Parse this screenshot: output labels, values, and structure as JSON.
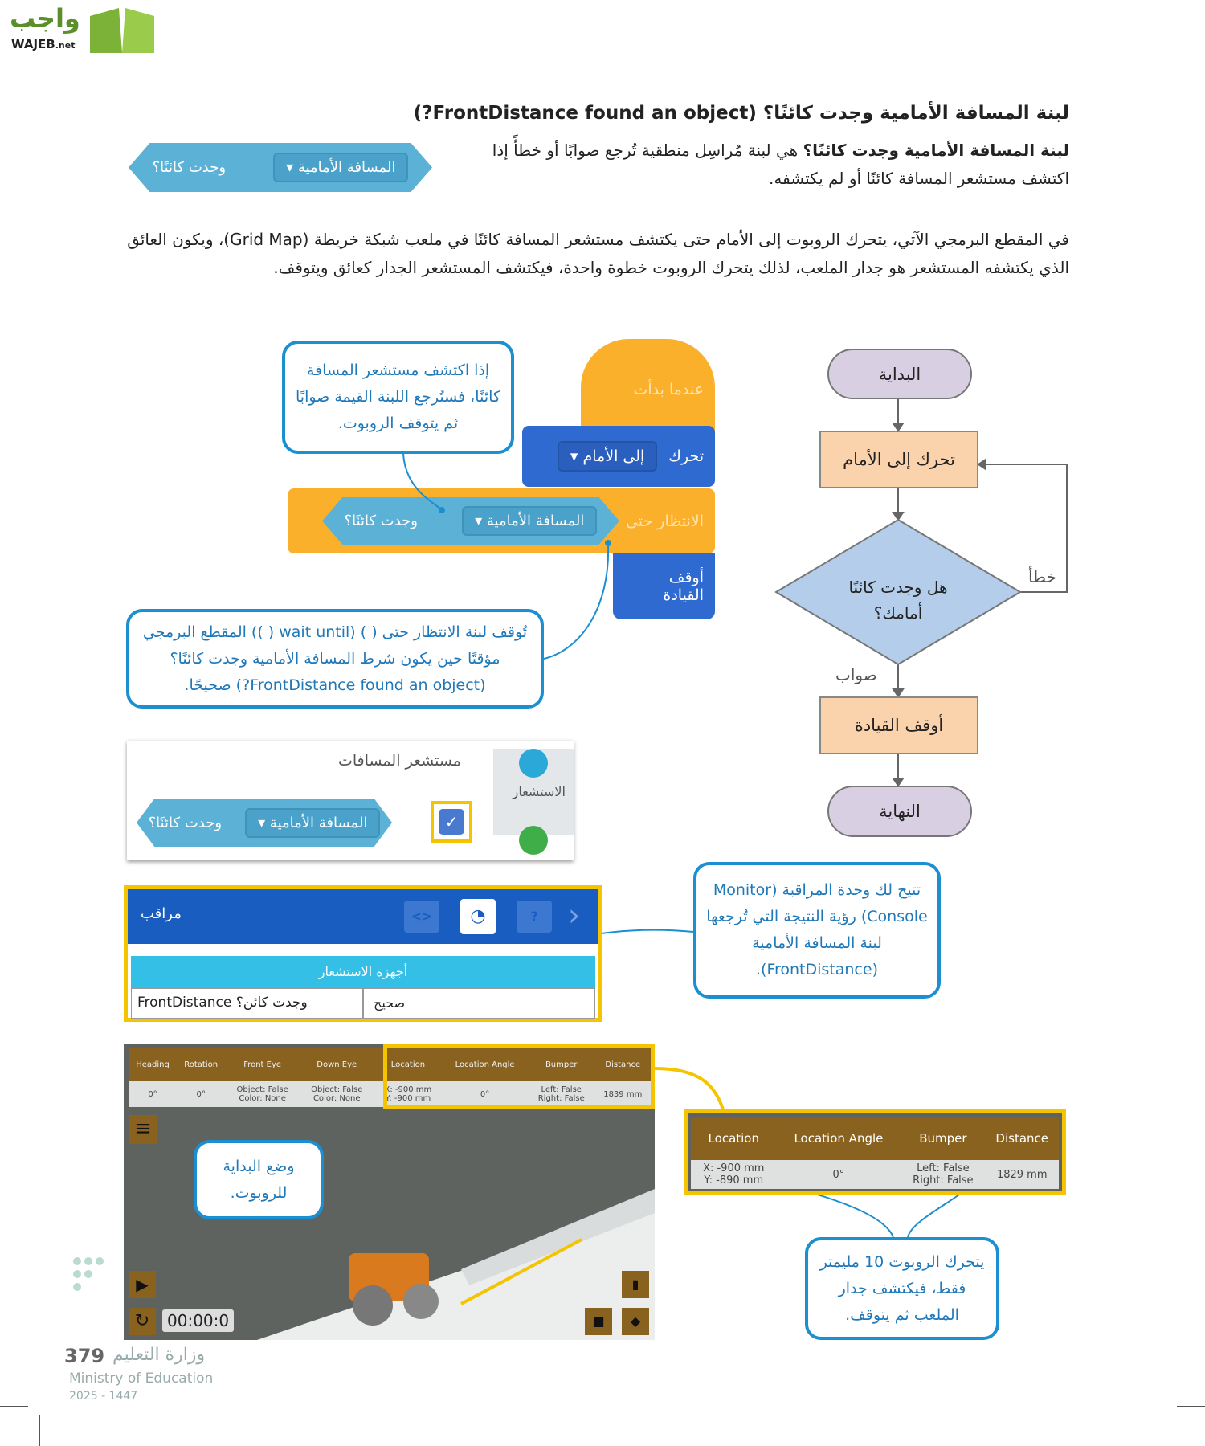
{
  "logo": {
    "arabic": "واجب",
    "latin": "WAJEB",
    "suffix": ".net"
  },
  "heading": "لبنة المسافة الأمامية وجدت كائنًا؟ (FrontDistance found an object?)",
  "intro": {
    "bold": "لبنة المسافة الأمامية وجدت كائنًا؟",
    "text": " هي لبنة مُراسِل منطقية تُرجع صوابًا أو خطأً إذا اكتشف مستشعر المسافة كائنًا أو لم يكتشفه."
  },
  "block_example": {
    "sensor": "المسافة الأمامية",
    "suffix": "وجدت كائنًا؟"
  },
  "paragraph2": "في المقطع البرمجي الآتي، يتحرك الروبوت إلى الأمام حتى يكتشف مستشعر المسافة كائنًا في ملعب شبكة خريطة (Grid Map)، ويكون العائق الذي يكتشفه المستشعر هو جدار الملعب، لذلك يتحرك الروبوت خطوة واحدة، فيكتشف المستشعر الجدار كعائق ويتوقف.",
  "flowchart": {
    "start": "البداية",
    "move": "تحرك إلى الأمام",
    "decision": "هل وجدت كائنًا أمامك؟",
    "false_label": "خطأ",
    "true_label": "صواب",
    "stop": "أوقف القيادة",
    "end": "النهاية"
  },
  "code": {
    "hat": "عندما بدأت",
    "move": "تحرك",
    "move_dir": "إلى الأمام",
    "wait": "الانتظار حتى",
    "sensor": "المسافة الأمامية",
    "found": "وجدت كائنًا؟",
    "stop": "أوقف القيادة"
  },
  "callouts": {
    "c1": "إذا اكتشف مستشعر المسافة كائنًا، فستُرجع اللبنة القيمة صوابًا ثم يتوقف الروبوت.",
    "c2": "تُوقف لبنة الانتظار حتى ( ) (wait until ( )) المقطع البرمجي مؤقتًا حين يكون شرط المسافة الأمامية وجدت كائنًا؟ (FrontDistance found an object?) صحيحًا.",
    "c3": "تتيح لك وحدة المراقبة (Monitor Console) رؤية النتيجة التي تُرجعها لبنة المسافة الأمامية (FrontDistance).",
    "c4": "وضع البداية للروبوت.",
    "c5": "يتحرك الروبوت 10 مليمتر فقط، فيكتشف جدار الملعب ثم يتوقف."
  },
  "sensor_panel": {
    "title": "مستشعر المسافات",
    "category": "الاستشعار",
    "checked": true
  },
  "monitor": {
    "title": "مراقب",
    "section": "أجهزة الاستشعار",
    "label": "FrontDistance وجدت كائن؟",
    "value": "صحيح"
  },
  "sim_table": {
    "headers": [
      "Heading",
      "Rotation",
      "Front Eye",
      "Down Eye",
      "Location",
      "Location Angle",
      "Bumper",
      "Distance"
    ],
    "values": [
      "0°",
      "0°",
      "Object: False\nColor: None",
      "Object: False\nColor: None",
      "X: -900 mm\nY: -900 mm",
      "0°",
      "Left: False\nRight: False",
      "1839 mm"
    ],
    "timer": "00:00:0"
  },
  "zoom_table": {
    "headers": [
      "Location",
      "Location Angle",
      "Bumper",
      "Distance"
    ],
    "values": [
      "X: -900 mm\nY: -890 mm",
      "0°",
      "Left: False\nRight: False",
      "1829 mm"
    ]
  },
  "footer": {
    "page": "379",
    "ministry_ar": "وزارة التعليم",
    "ministry_en": "Ministry of Education",
    "year": "2025 - 1447"
  },
  "colors": {
    "accent_blue": "#1c8fd0",
    "yellow": "#f5c400",
    "scratch_orange": "#fbb02c",
    "scratch_blue": "#2f6ad0",
    "sensor_block": "#5cb2d6"
  }
}
